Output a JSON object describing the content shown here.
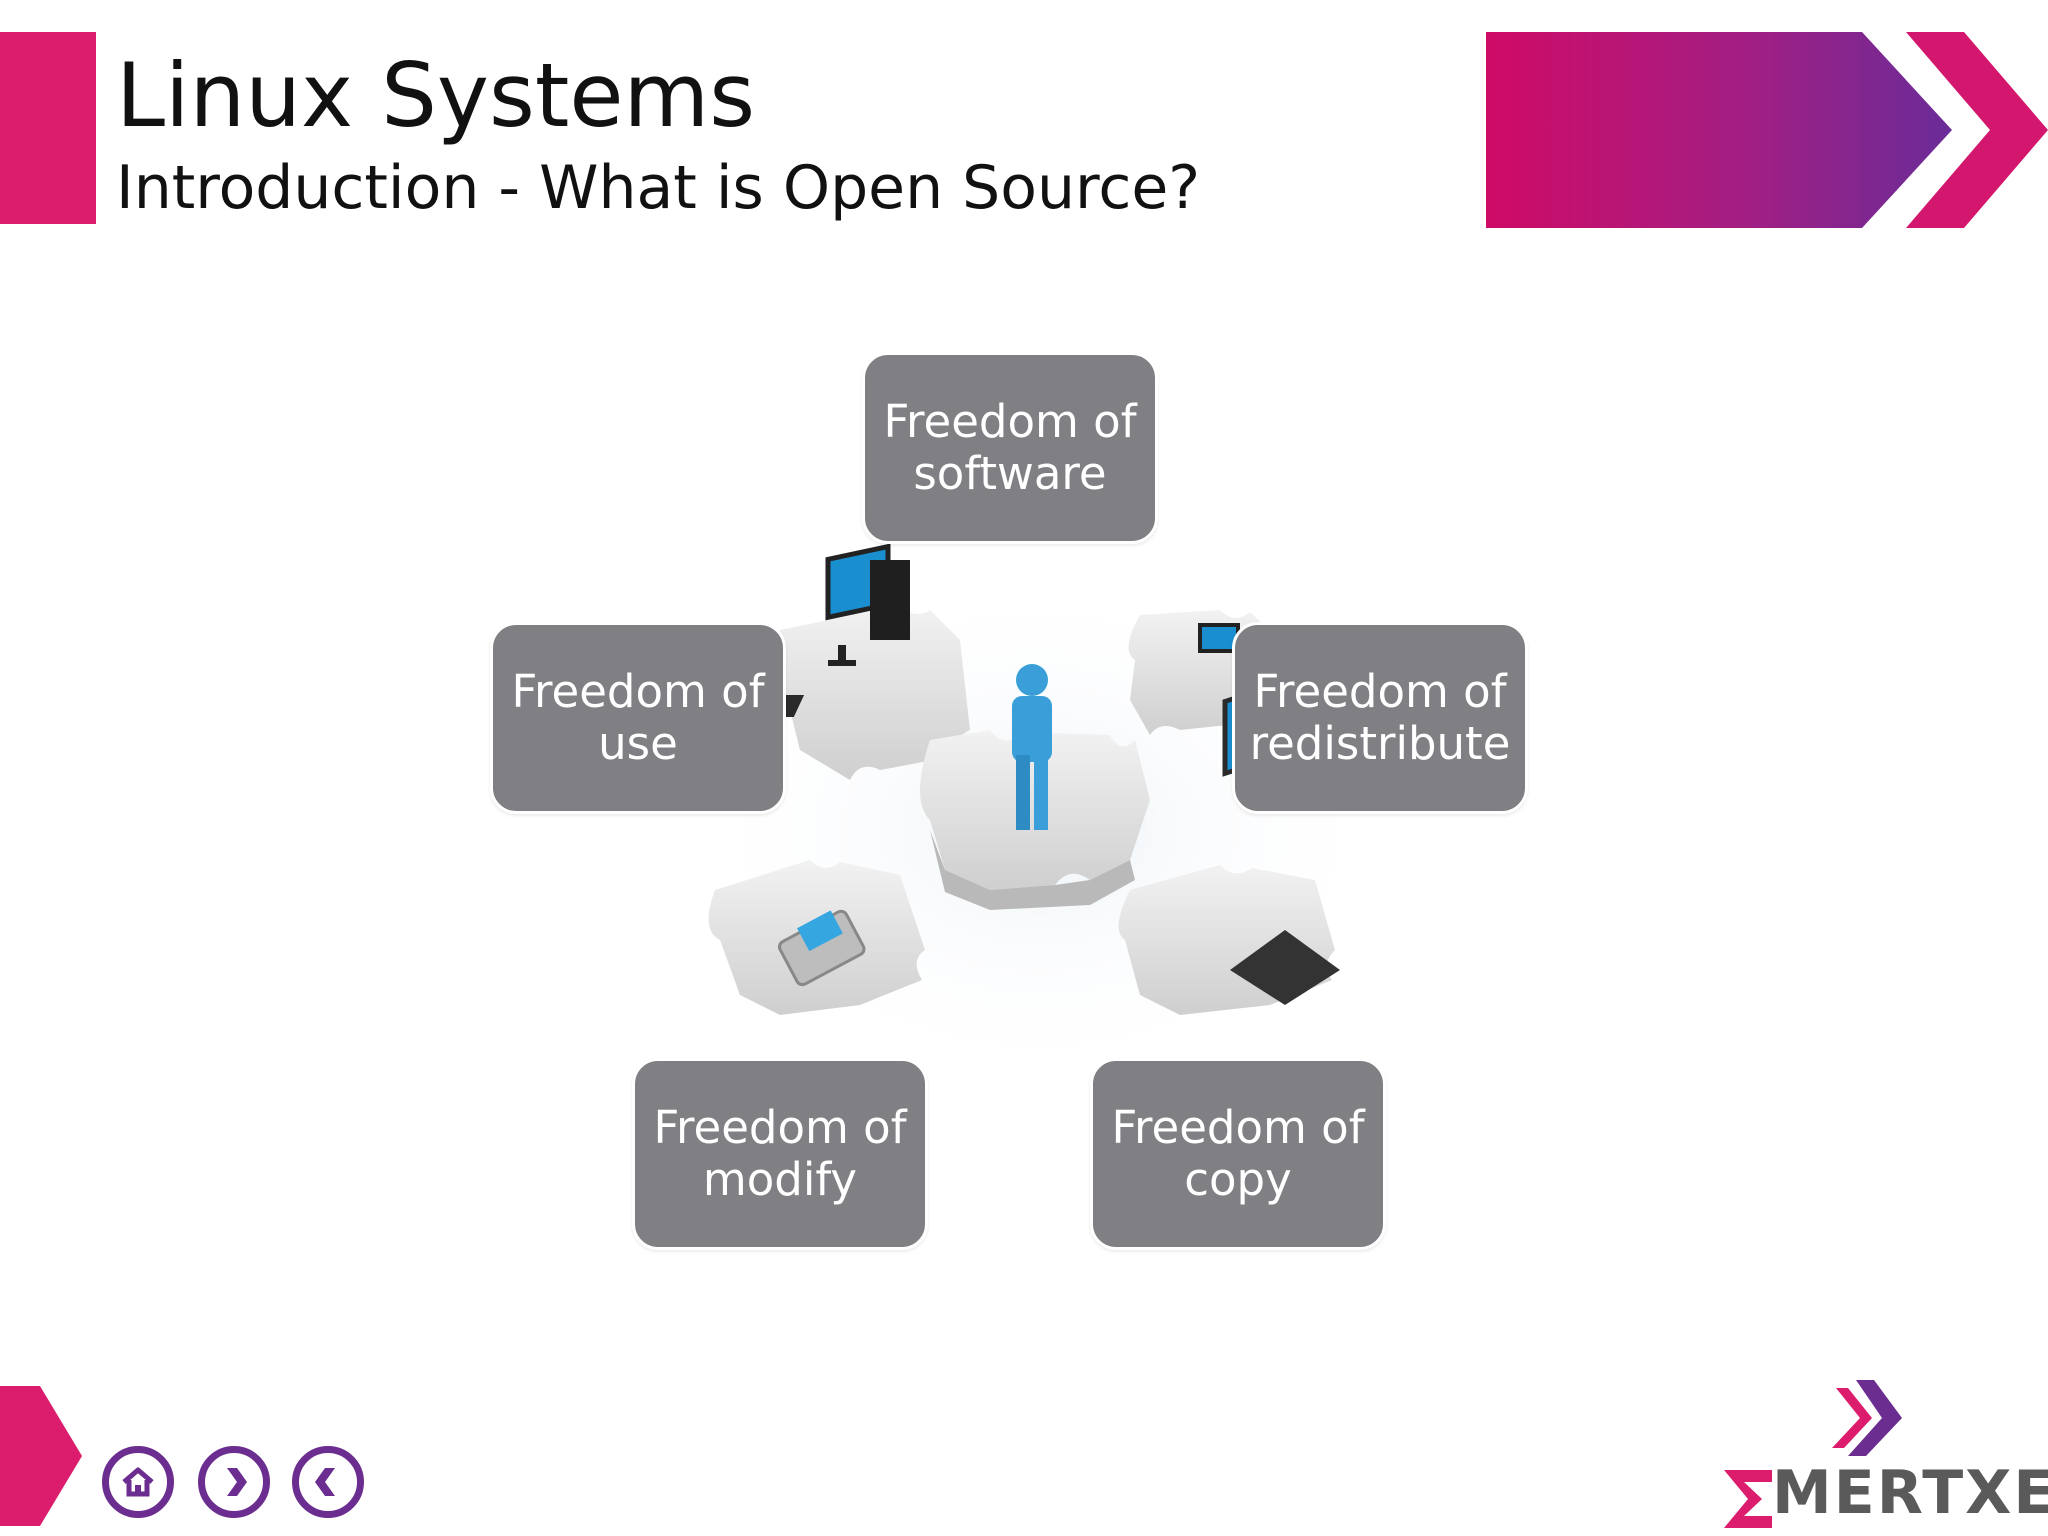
{
  "header": {
    "title": "Linux Systems",
    "subtitle": "Introduction - What is Open Source?"
  },
  "diagram": {
    "boxes": [
      {
        "label": "Freedom of\nsoftware"
      },
      {
        "label": "Freedom of\nuse"
      },
      {
        "label": "Freedom of\nredistribute"
      },
      {
        "label": "Freedom of\nmodify"
      },
      {
        "label": "Freedom of\ncopy"
      }
    ]
  },
  "footer": {
    "nav": [
      "home-icon",
      "next-icon",
      "previous-icon"
    ],
    "logo_text": "MERTXE"
  },
  "colors": {
    "accent_pink": "#dc1c6c",
    "accent_purple": "#6b2d8f",
    "box_gray": "#807f83"
  }
}
